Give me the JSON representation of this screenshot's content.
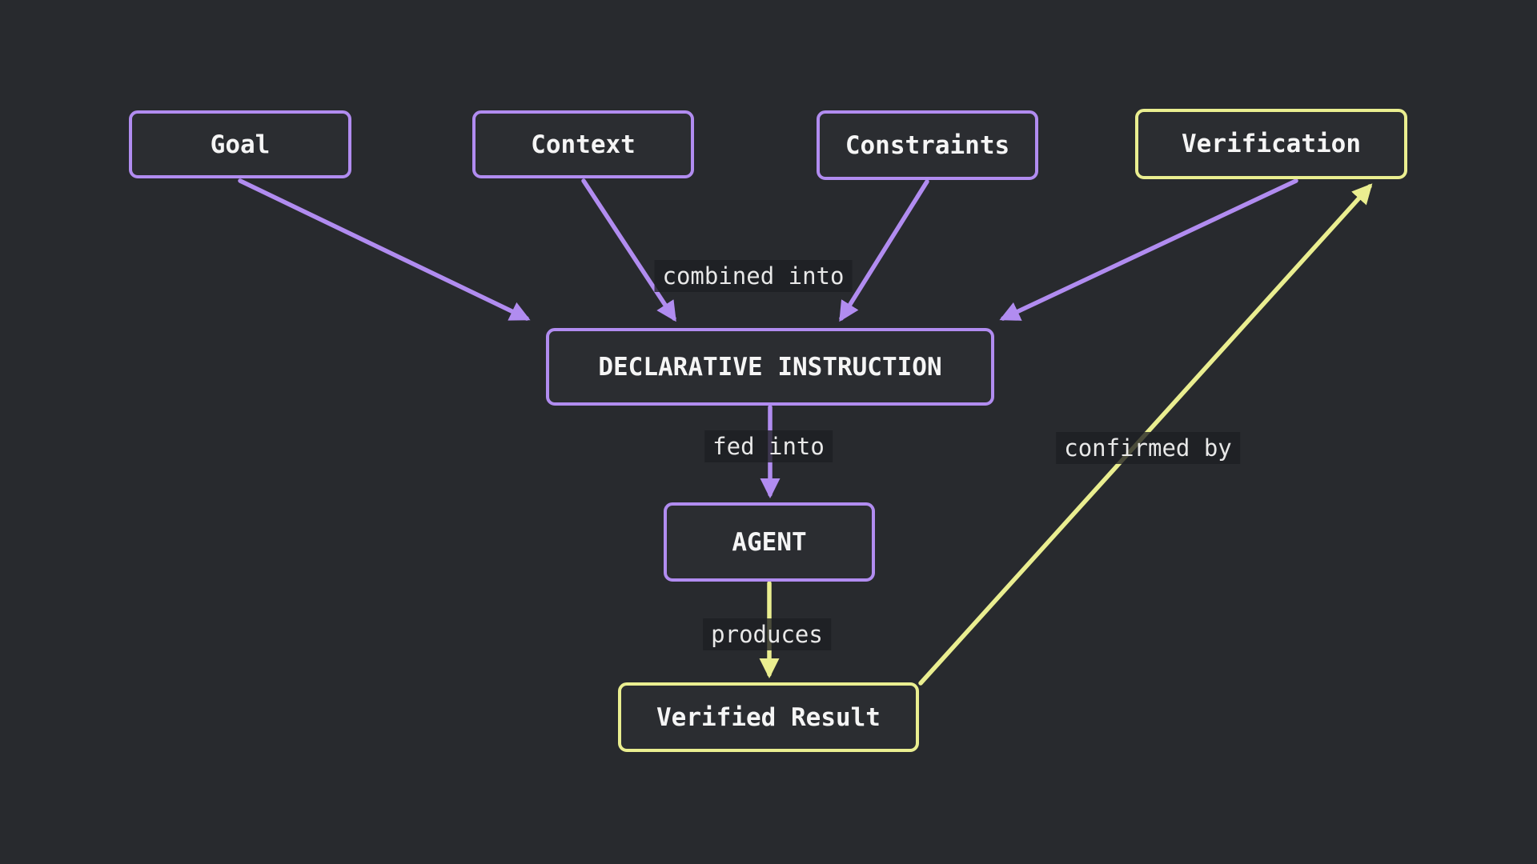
{
  "diagram_title": "",
  "colors": {
    "purple": "#b18cf0",
    "yellow": "#eaee90",
    "background": "#282a2e",
    "node_fill": "#2b2d31",
    "node_text": "#f5f5f5",
    "label_text": "#e8e8e8",
    "label_bg": "rgba(30,31,34,0.78)"
  },
  "nodes": {
    "goal": {
      "label": "Goal",
      "border": "purple"
    },
    "context": {
      "label": "Context",
      "border": "purple"
    },
    "constraints": {
      "label": "Constraints",
      "border": "purple"
    },
    "verification": {
      "label": "Verification",
      "border": "yellow"
    },
    "declarative_instruction": {
      "label": "DECLARATIVE INSTRUCTION",
      "border": "purple"
    },
    "agent": {
      "label": "AGENT",
      "border": "purple"
    },
    "verified_result": {
      "label": "Verified Result",
      "border": "yellow"
    }
  },
  "edges": [
    {
      "from": "Goal",
      "to": "DECLARATIVE INSTRUCTION",
      "label": "",
      "color": "purple"
    },
    {
      "from": "Context",
      "to": "DECLARATIVE INSTRUCTION",
      "label": "combined into",
      "color": "purple"
    },
    {
      "from": "Constraints",
      "to": "DECLARATIVE INSTRUCTION",
      "label": "",
      "color": "purple"
    },
    {
      "from": "Verification",
      "to": "DECLARATIVE INSTRUCTION",
      "label": "",
      "color": "purple"
    },
    {
      "from": "DECLARATIVE INSTRUCTION",
      "to": "AGENT",
      "label": "fed into",
      "color": "purple"
    },
    {
      "from": "AGENT",
      "to": "Verified Result",
      "label": "produces",
      "color": "yellow"
    },
    {
      "from": "Verified Result",
      "to": "Verification",
      "label": "confirmed by",
      "color": "yellow"
    }
  ]
}
